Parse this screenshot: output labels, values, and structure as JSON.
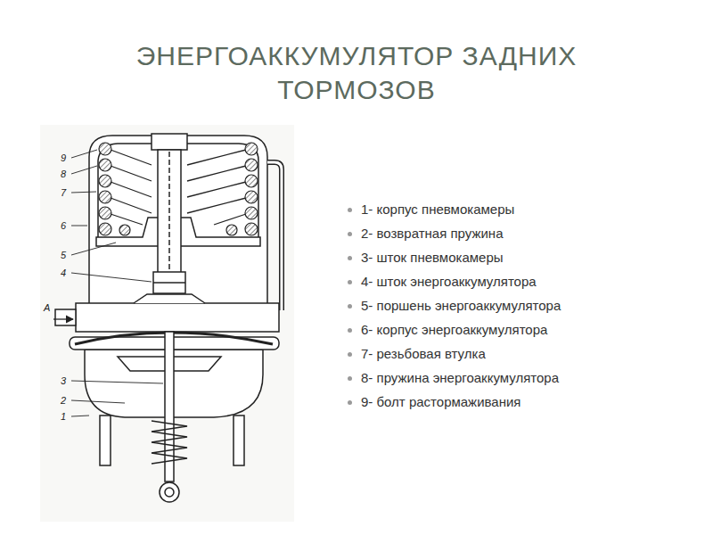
{
  "diagram": {
    "title": "ЭНЕРГОАККУМУЛЯТОР ЗАДНИХ ТОРМОЗОВ",
    "labels": [
      "9",
      "8",
      "7",
      "6",
      "5",
      "4",
      "A",
      "3",
      "2",
      "1",
      "1- корпус пневмокамеры",
      "2- возвратная пружина",
      "3- шток пневмокамеры",
      "4- шток энергоаккумулятора",
      "5- поршень энергоаккумулятора",
      "6- корпус энергоаккумулятора",
      "7- резьбовая втулка",
      "8- пружина энергоаккумулятора",
      "9- болт растормаживания"
    ]
  }
}
